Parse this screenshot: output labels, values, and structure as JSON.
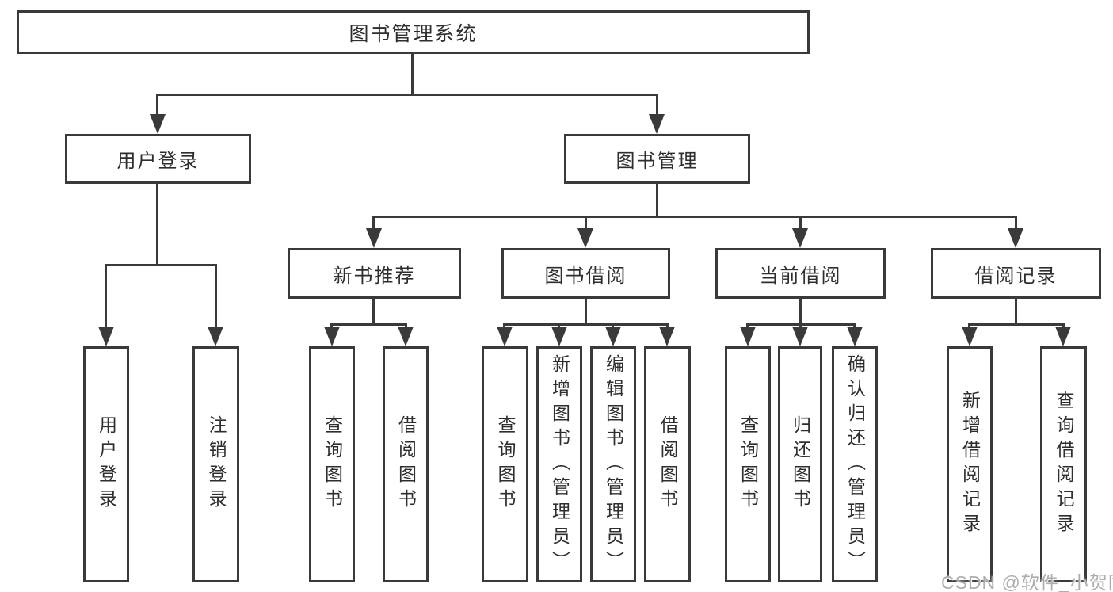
{
  "diagram": {
    "root": {
      "label": "图书管理系统"
    },
    "branches": [
      {
        "label": "用户登录",
        "children": [
          {
            "label": "用户登录"
          },
          {
            "label": "注销登录"
          }
        ]
      },
      {
        "label": "图书管理",
        "children": [
          {
            "label": "新书推荐",
            "children": [
              {
                "label": "查询图书"
              },
              {
                "label": "借阅图书"
              }
            ]
          },
          {
            "label": "图书借阅",
            "children": [
              {
                "label": "查询图书"
              },
              {
                "label": "新增图书（管理员）"
              },
              {
                "label": "编辑图书（管理员）"
              },
              {
                "label": "借阅图书"
              }
            ]
          },
          {
            "label": "当前借阅",
            "children": [
              {
                "label": "查询图书"
              },
              {
                "label": "归还图书"
              },
              {
                "label": "确认归还（管理员）"
              }
            ]
          },
          {
            "label": "借阅记录",
            "children": [
              {
                "label": "新增借阅记录"
              },
              {
                "label": "查询借阅记录"
              }
            ]
          }
        ]
      }
    ]
  },
  "watermark": "CSDN @软件_小贺同学",
  "colors": {
    "line": "#3a3a3a",
    "text": "#2e2e2e",
    "background": "#ffffff",
    "watermark": "#adadad"
  }
}
